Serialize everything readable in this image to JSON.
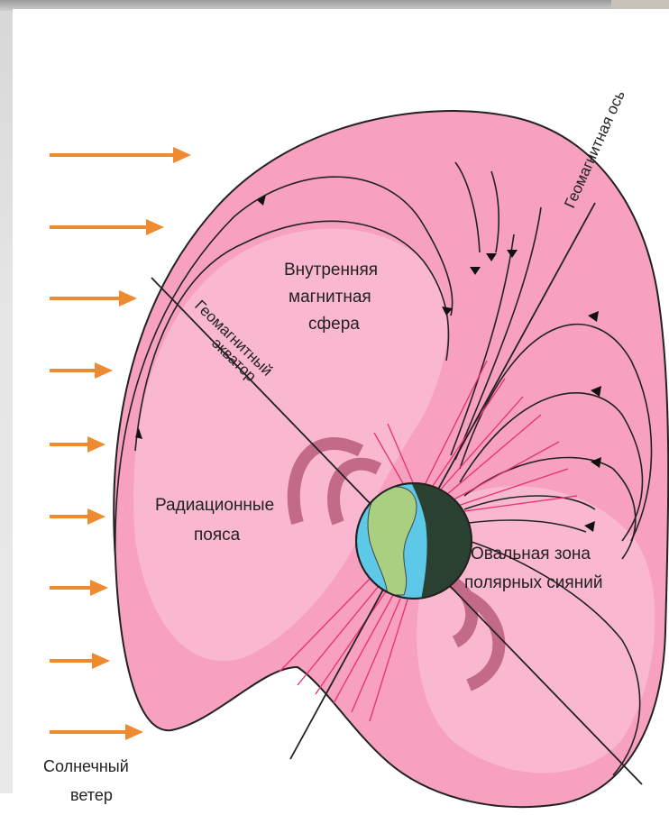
{
  "labels": {
    "geomagnetic_axis": "Геомагнитная ось",
    "geomagnetic_equator_1": "Геомагнитный",
    "geomagnetic_equator_2": "экватор",
    "inner_magnetosphere_1": "Внутренняя",
    "inner_magnetosphere_2": "магнитная",
    "inner_magnetosphere_3": "сфера",
    "radiation_belts_1": "Радиационные",
    "radiation_belts_2": "пояса",
    "auroral_oval_1": "Овальная зона",
    "auroral_oval_2": "полярных сияний",
    "solar_wind_1": "Солнечный",
    "solar_wind_2": "ветер"
  },
  "colors": {
    "magnetosphere_fill": "#f7a0c0",
    "inner_fill": "#f9b8d0",
    "field_line_dense": "#e8306e",
    "solar_wind_arrow": "#f08a30",
    "belt_color": "#b05070",
    "ocean": "#5ec8e8",
    "land": "#a8d080",
    "night_side": "#2a4030"
  },
  "icons": {
    "solar_wind_arrows": "arrow-right-icon",
    "earth": "earth-globe-icon"
  },
  "solar_wind_arrow_count": 9
}
